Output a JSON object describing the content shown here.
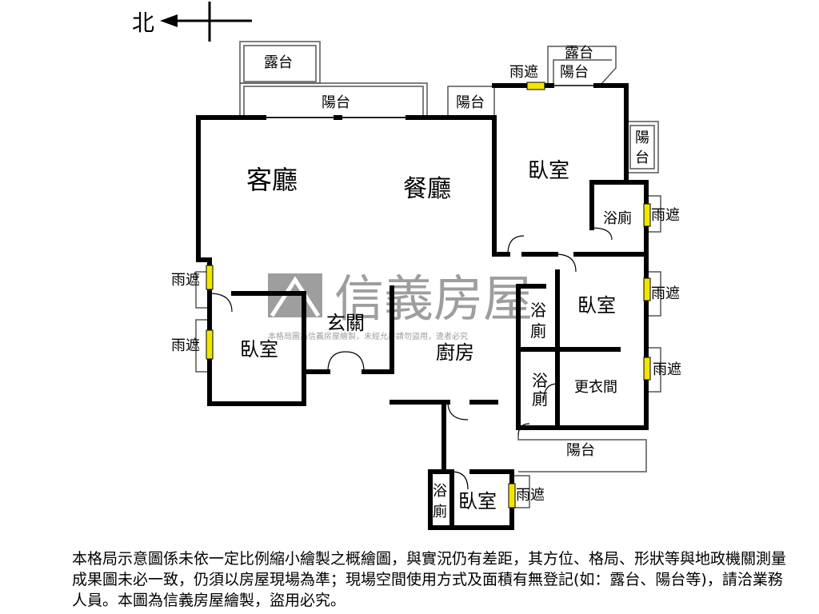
{
  "compass": {
    "label": "北"
  },
  "watermark": {
    "brand": "信義房屋",
    "notice": "本格局圖為信義房屋繪製，未經允許請勿盜用，違者必究",
    "color": "#9e9e9e"
  },
  "rooms": {
    "living": "客廳",
    "dining": "餐廳",
    "bedroom_ne": "臥室",
    "bath_ne": "浴廁",
    "entry": "玄關",
    "bedroom_w": "臥室",
    "kitchen": "廚房",
    "bath_c1": "浴",
    "bath_c1b": "廁",
    "bedroom_e": "臥室",
    "bath_c2": "浴",
    "bath_c2b": "廁",
    "closet": "更衣間",
    "balcony_se": "陽台",
    "bath_s": "浴",
    "bath_sb": "廁",
    "bedroom_s": "臥室"
  },
  "outdoor": {
    "terrace_top": "露台",
    "balcony_top": "陽台",
    "balcony_small": "陽台",
    "terrace_ne": "露台",
    "balcony_ne": "陽台",
    "balcony_e1": "陽",
    "balcony_e2": "台",
    "rain1": "雨遮",
    "rain2": "雨遮",
    "rain3": "雨遮",
    "rain4": "雨遮",
    "rain5": "雨遮",
    "rain6": "雨遮",
    "rain7": "雨遮"
  },
  "rain_shield_color": "#f2e600",
  "footer": {
    "note": "本格局示意圖係未依一定比例縮小繪製之概繪圖，與實況仍有差距，其方位、格局、形狀等與地政機關測量成果圖未必一致，仍須以房屋現場為準；現場空間使用方式及面積有無登記(如：露台、陽台等)，請洽業務人員。本圖為信義房屋繪製，盜用必究。"
  }
}
